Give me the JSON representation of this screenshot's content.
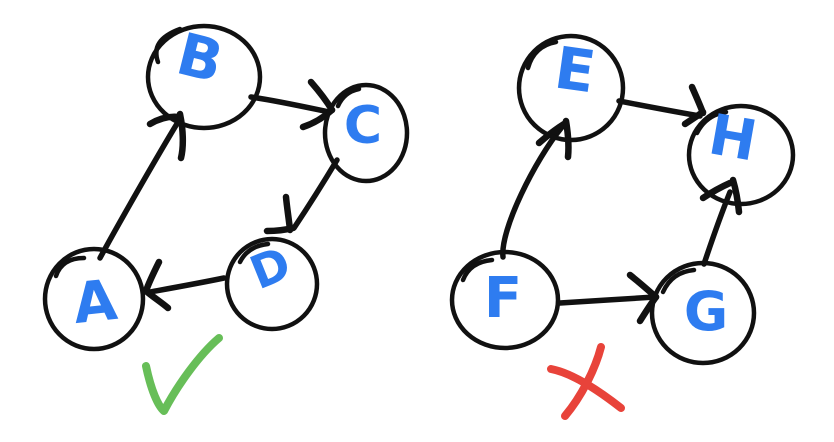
{
  "colors": {
    "ink": "#111111",
    "node_label_blue": "#2E7CF0",
    "check_green": "#67BE58",
    "cross_red": "#E8433A",
    "background": "#FFFFFF"
  },
  "left_graph": {
    "nodes": [
      {
        "label": "A"
      },
      {
        "label": "B"
      },
      {
        "label": "C"
      },
      {
        "label": "D"
      }
    ],
    "edges": [
      {
        "from": "A",
        "to": "B"
      },
      {
        "from": "B",
        "to": "C"
      },
      {
        "from": "C",
        "to": "D"
      },
      {
        "from": "D",
        "to": "A"
      }
    ],
    "verdict_icon": "green-checkmark"
  },
  "right_graph": {
    "nodes": [
      {
        "label": "E"
      },
      {
        "label": "F"
      },
      {
        "label": "G"
      },
      {
        "label": "H"
      }
    ],
    "edges": [
      {
        "from": "F",
        "to": "E"
      },
      {
        "from": "E",
        "to": "H"
      },
      {
        "from": "F",
        "to": "G"
      },
      {
        "from": "G",
        "to": "H"
      }
    ],
    "verdict_icon": "red-x-mark"
  }
}
